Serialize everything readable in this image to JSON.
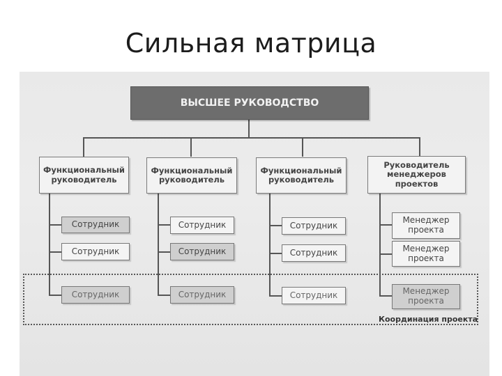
{
  "slide_title": "Сильная матрица",
  "diagram": {
    "top": "ВЫСШЕЕ РУКОВОДСТВО",
    "functional_head": "Функциональный руководитель",
    "pm_head": "Руководитель менеджеров проектов",
    "employee": "Сотрудник",
    "project_manager": "Менеджер проекта",
    "coordination": "Координация проекта"
  }
}
